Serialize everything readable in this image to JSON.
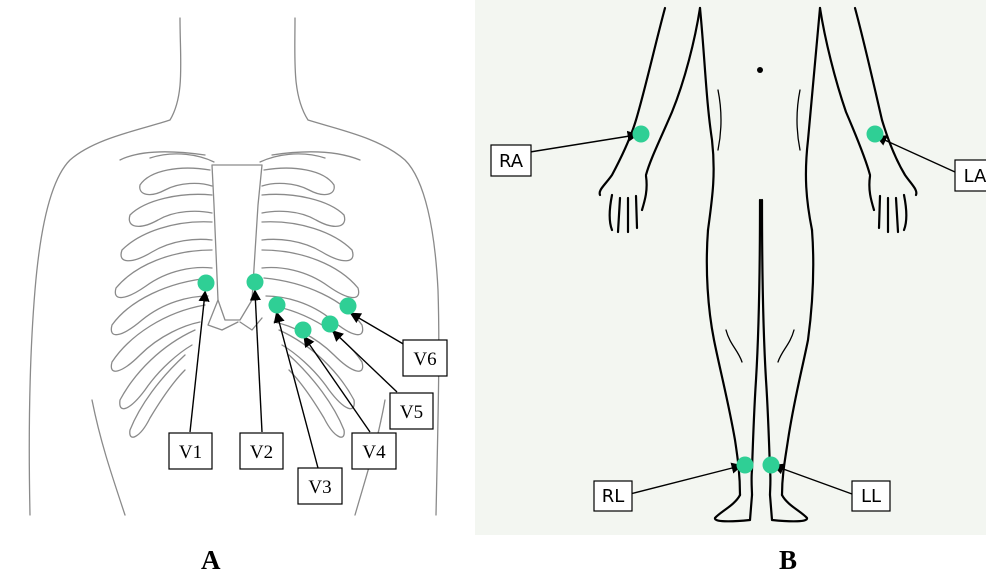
{
  "panels": {
    "a": {
      "caption": "A",
      "electrodes": [
        {
          "label": "V1"
        },
        {
          "label": "V2"
        },
        {
          "label": "V3"
        },
        {
          "label": "V4"
        },
        {
          "label": "V5"
        },
        {
          "label": "V6"
        }
      ]
    },
    "b": {
      "caption": "B",
      "electrodes": [
        {
          "label": "RA"
        },
        {
          "label": "LA"
        },
        {
          "label": "RL"
        },
        {
          "label": "LL"
        }
      ]
    }
  },
  "colors": {
    "electrode": "#2fcf95",
    "outline": "#8a8a8a"
  }
}
